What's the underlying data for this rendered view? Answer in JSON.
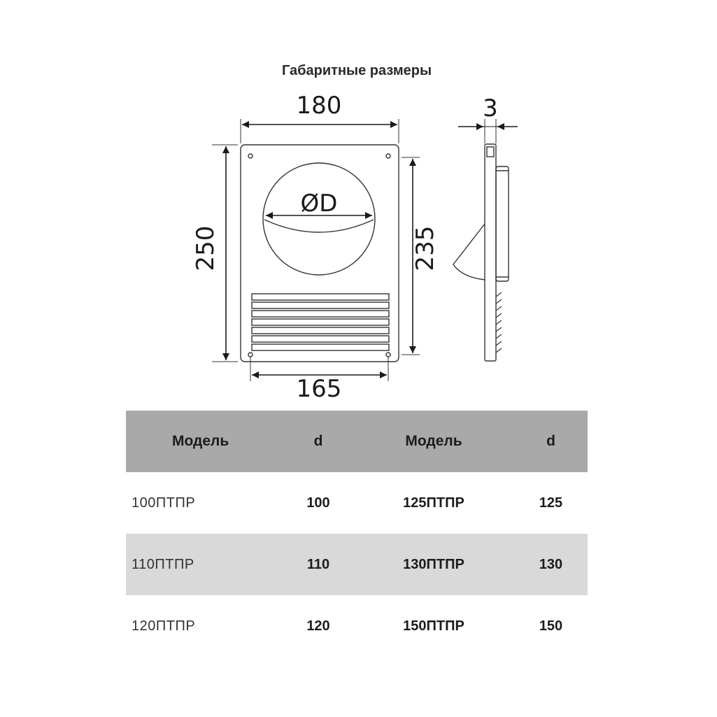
{
  "title": "Габаритные размеры",
  "dimensions": {
    "width_top": "180",
    "width_bottom": "165",
    "height_left": "250",
    "height_right": "235",
    "diameter": "ØD",
    "thickness": "3"
  },
  "table": {
    "headers": [
      "Модель",
      "d",
      "Модель",
      "d"
    ],
    "rows": [
      [
        "100ПТПР",
        "100",
        "125ПТПР",
        "125"
      ],
      [
        "110ПТПР",
        "110",
        "130ПТПР",
        "130"
      ],
      [
        "120ПТПР",
        "120",
        "150ПТПР",
        "150"
      ]
    ]
  }
}
